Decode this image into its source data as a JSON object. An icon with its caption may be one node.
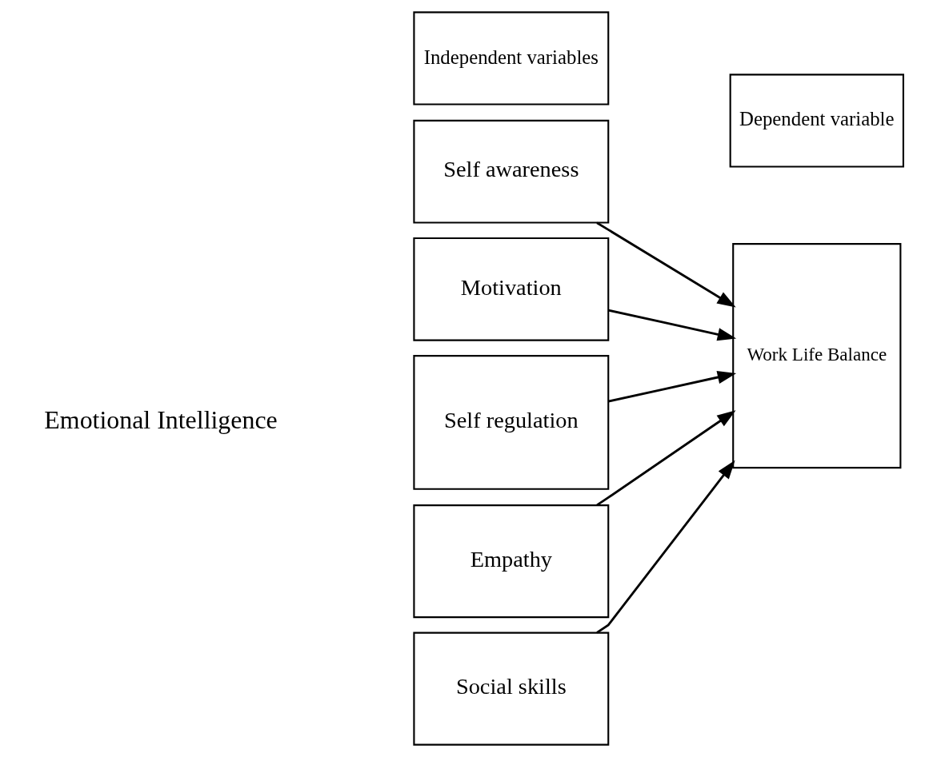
{
  "diagram": {
    "nodes": [
      {
        "text": [
          "Independent variables"
        ]
      },
      {
        "text": [
          "Dependent variable"
        ]
      },
      {
        "text": [
          "Self awareness"
        ]
      },
      {
        "text": [
          "Motivation"
        ]
      },
      {
        "text": [
          "Self regulation"
        ]
      },
      {
        "text": [
          "Empathy"
        ]
      },
      {
        "text": [
          "Social skills"
        ]
      },
      {
        "text": [
          "Work Life Balance"
        ]
      }
    ],
    "edges": [
      {
        "from": 2,
        "to": 7,
        "arrow": "to"
      },
      {
        "from": 3,
        "to": 7,
        "arrow": "to"
      },
      {
        "from": 4,
        "to": 7,
        "arrow": "to"
      },
      {
        "from": 5,
        "to": 7,
        "arrow": "to"
      },
      {
        "from": 6,
        "to": 7,
        "arrow": "to"
      }
    ],
    "labels": [
      "Emotional Intelligence"
    ]
  }
}
